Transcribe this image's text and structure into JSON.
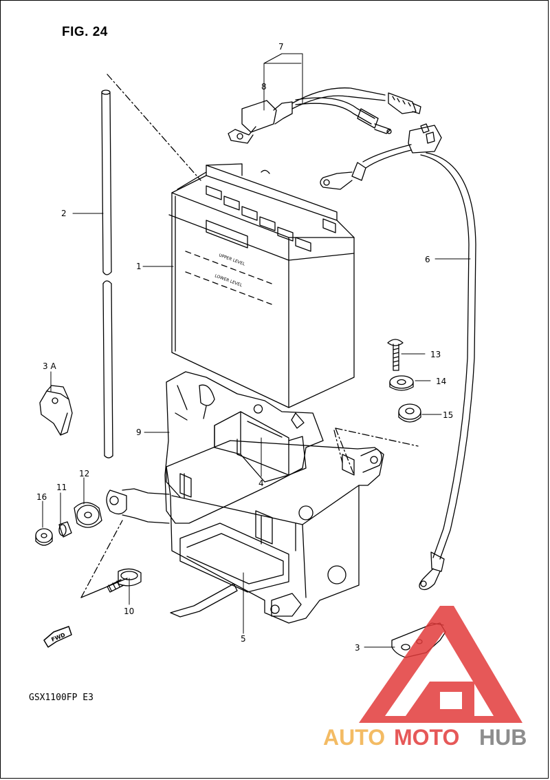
{
  "figure": {
    "title": "FIG. 24"
  },
  "model": "GSX1100FP  E3",
  "callouts": [
    {
      "id": "1",
      "text": "1"
    },
    {
      "id": "2",
      "text": "2"
    },
    {
      "id": "3",
      "text": "3"
    },
    {
      "id": "3a",
      "text": "3  A"
    },
    {
      "id": "4",
      "text": "4"
    },
    {
      "id": "5",
      "text": "5"
    },
    {
      "id": "6",
      "text": "6"
    },
    {
      "id": "7",
      "text": "7"
    },
    {
      "id": "8",
      "text": "8"
    },
    {
      "id": "9",
      "text": "9"
    },
    {
      "id": "10",
      "text": "10"
    },
    {
      "id": "11",
      "text": "11"
    },
    {
      "id": "12",
      "text": "12"
    },
    {
      "id": "13",
      "text": "13"
    },
    {
      "id": "14",
      "text": "14"
    },
    {
      "id": "15",
      "text": "15"
    },
    {
      "id": "16",
      "text": "16"
    }
  ],
  "battery_labels": {
    "upper": "UPPER LEVEL",
    "lower": "LOWER LEVEL"
  },
  "fwd_label": "FWD",
  "watermark": {
    "part1": "AUTO",
    "part2": "MOTO",
    "part3": "HUB"
  },
  "colors": {
    "line": "#000000",
    "watermark_red": "#e23b3b",
    "watermark_orange": "#f2b04a",
    "watermark_gray": "#7a7a7a"
  }
}
